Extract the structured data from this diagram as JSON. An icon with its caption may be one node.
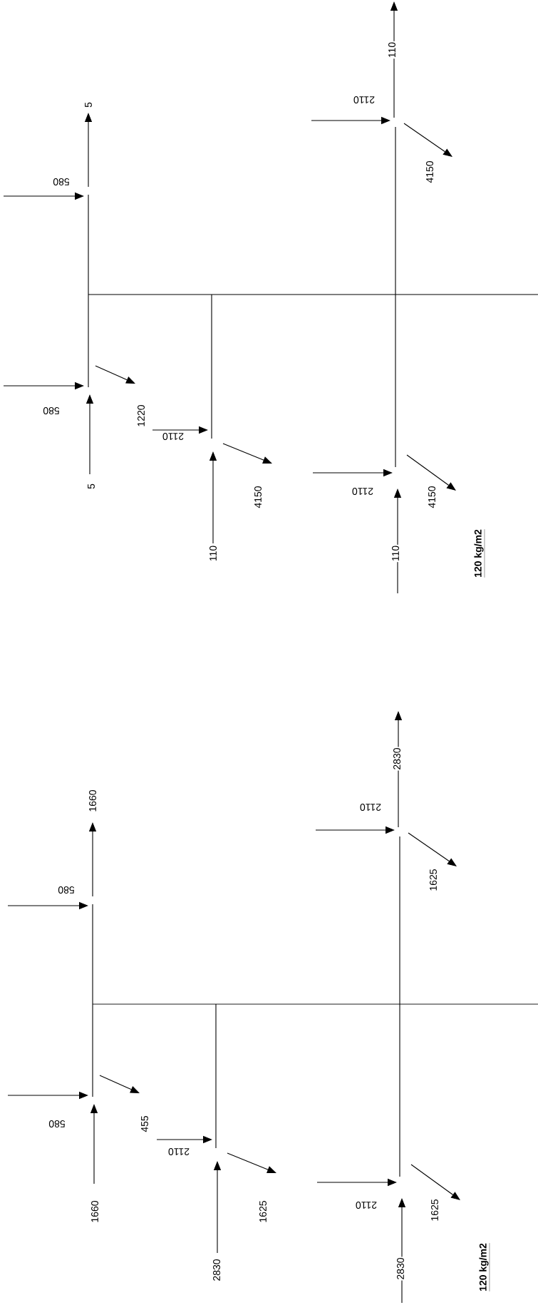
{
  "diagram": {
    "labels": [
      "110",
      "2110",
      "4150",
      "5",
      "580",
      "580",
      "1220",
      "2110",
      "5",
      "4150",
      "110",
      "2110",
      "4150",
      "110",
      "120 kg/m2",
      "2830",
      "1660",
      "2110",
      "1625",
      "580",
      "580",
      "455",
      "2110",
      "1660",
      "1625",
      "2110",
      "1625",
      "2830",
      "2830",
      "120 kg/m2"
    ]
  }
}
